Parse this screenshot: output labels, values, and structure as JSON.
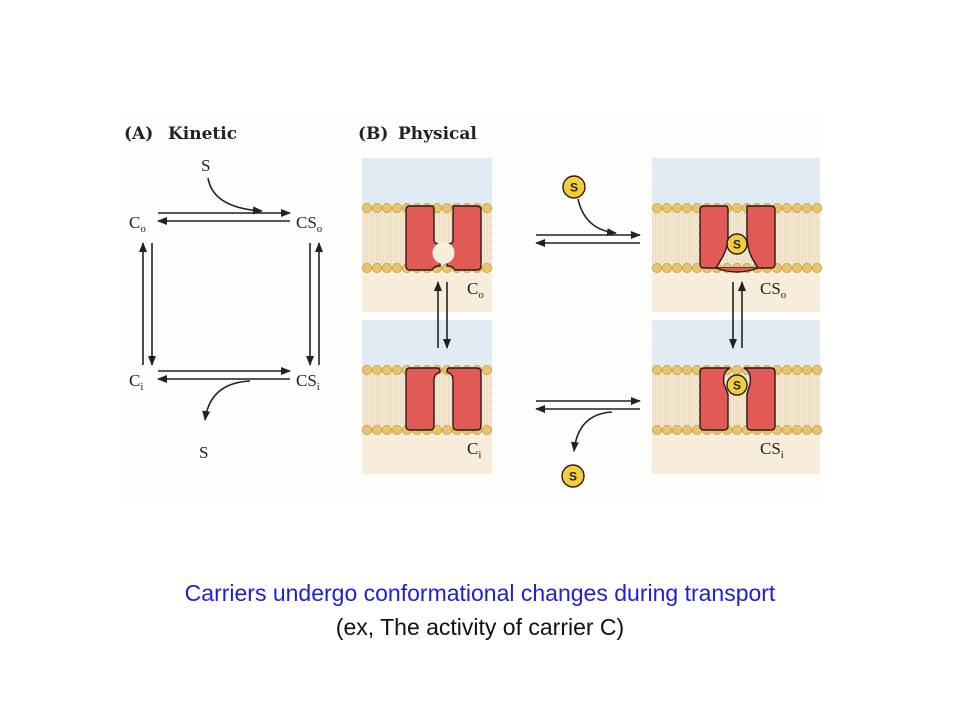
{
  "panel_a": {
    "label": "(A)",
    "title": "Kinetic",
    "states": {
      "co": {
        "main": "C",
        "sub": "o"
      },
      "cso": {
        "main": "CS",
        "sub": "o"
      },
      "ci": {
        "main": "C",
        "sub": "i"
      },
      "csi": {
        "main": "CS",
        "sub": "i"
      }
    },
    "substrate_in": "S",
    "substrate_out": "S"
  },
  "panel_b": {
    "label": "(B)",
    "title": "Physical",
    "states": {
      "co": {
        "main": "C",
        "sub": "o"
      },
      "cso": {
        "main": "CS",
        "sub": "o"
      },
      "ci": {
        "main": "C",
        "sub": "i"
      },
      "csi": {
        "main": "CS",
        "sub": "i"
      }
    },
    "substrate_ball": "S"
  },
  "colors": {
    "carrier": "#e15a55",
    "lipid_head": "#e8c46c",
    "membrane_core": "#f6eddc",
    "outside_band": "#dce7f1",
    "inside_band": "#f7ead6",
    "substrate": "#f2cf3a",
    "caption_blue": "#1e1ed8"
  },
  "caption": {
    "line1": "Carriers undergo conformational changes during transport",
    "line2": "(ex, The activity of carrier C)"
  }
}
